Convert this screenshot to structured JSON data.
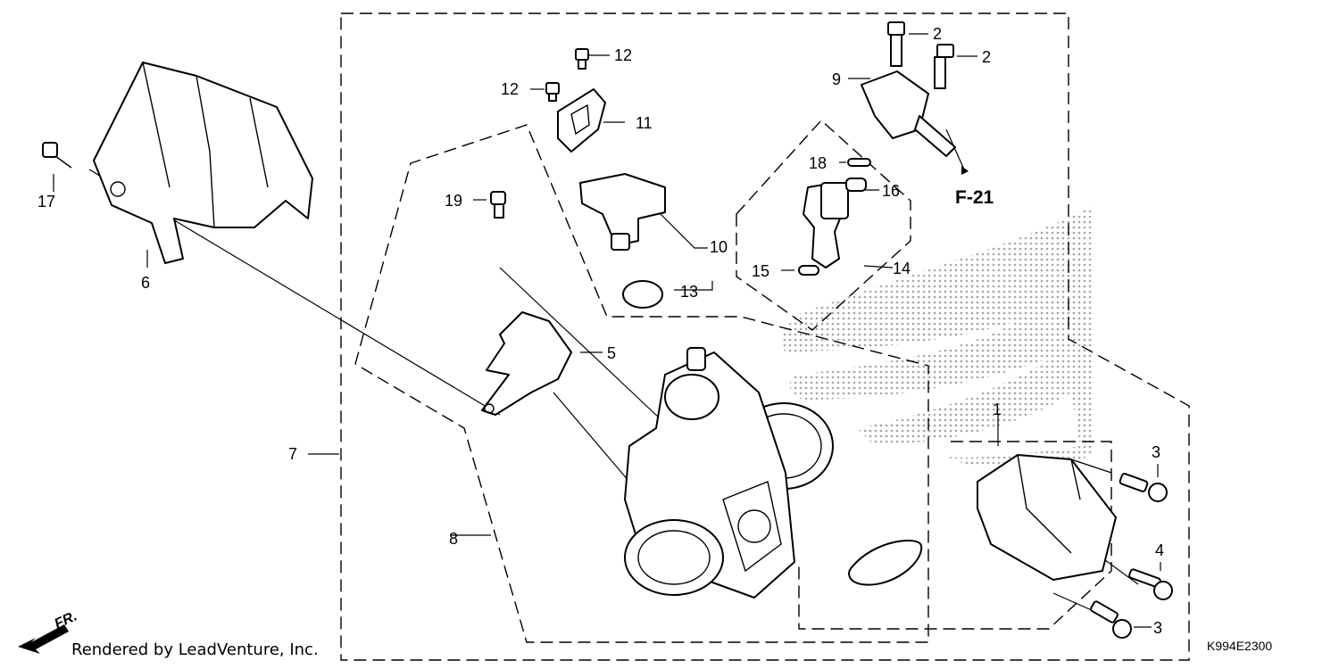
{
  "diagram": {
    "reference_label": "F-21",
    "front_indicator": "FR.",
    "drawing_code": "K994E2300",
    "credit": "Rendered by LeadVenture, Inc.",
    "callouts": {
      "c1": "1",
      "c2a": "2",
      "c2b": "2",
      "c3a": "3",
      "c3b": "3",
      "c4": "4",
      "c5": "5",
      "c6": "6",
      "c7": "7",
      "c8": "8",
      "c9": "9",
      "c10": "10",
      "c11": "11",
      "c12a": "12",
      "c12b": "12",
      "c13": "13",
      "c14": "14",
      "c15": "15",
      "c16": "16",
      "c17": "17",
      "c18": "18",
      "c19": "19"
    }
  }
}
